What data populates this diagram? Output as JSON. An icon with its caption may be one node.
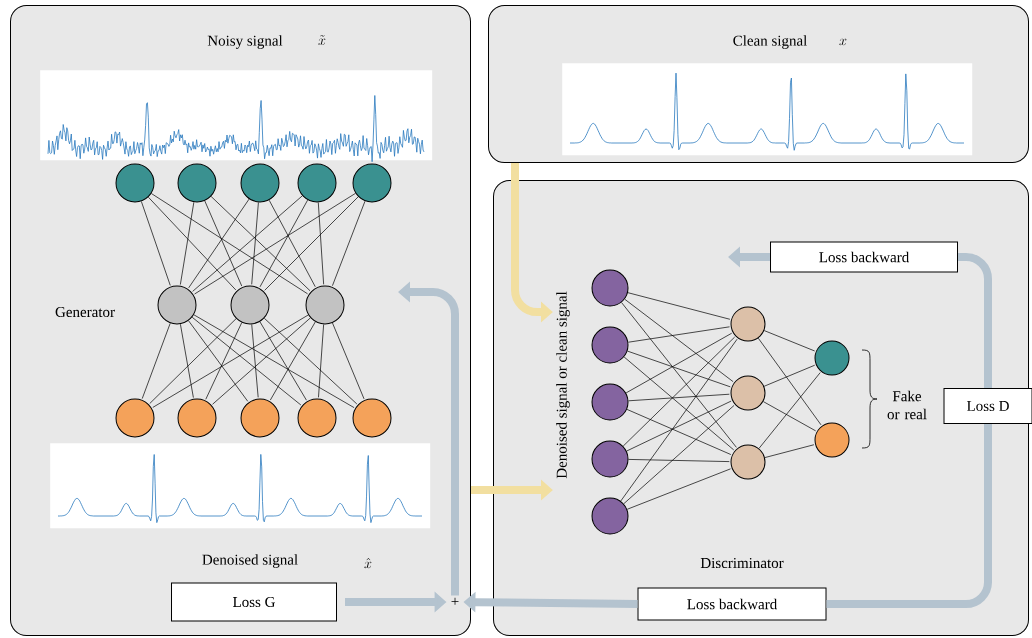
{
  "diagram": {
    "nodes": [
      {
        "text": [],
        "shape": "box"
      },
      {
        "text": [],
        "shape": "picture",
        "in": 0
      },
      {
        "text": [],
        "shape": "circle",
        "in": 0
      },
      {
        "text": [],
        "shape": "circle",
        "in": 0
      },
      {
        "text": [],
        "shape": "circle",
        "in": 0
      },
      {
        "text": [],
        "shape": "circle",
        "in": 0
      },
      {
        "text": [],
        "shape": "circle",
        "in": 0
      },
      {
        "text": [],
        "shape": "circle",
        "in": 0
      },
      {
        "text": [],
        "shape": "circle",
        "in": 0
      },
      {
        "text": [],
        "shape": "circle",
        "in": 0
      },
      {
        "text": [],
        "shape": "circle",
        "in": 0
      },
      {
        "text": [],
        "shape": "circle",
        "in": 0
      },
      {
        "text": [],
        "shape": "circle",
        "in": 0
      },
      {
        "text": [],
        "shape": "circle",
        "in": 0
      },
      {
        "text": [],
        "shape": "circle",
        "in": 0
      },
      {
        "text": [],
        "shape": "picture",
        "in": 0
      },
      {
        "text": [
          "Loss G"
        ],
        "in": 0
      },
      {
        "text": [
          "+"
        ],
        "in": 0
      },
      {
        "text": [],
        "shape": "box"
      },
      {
        "text": [],
        "shape": "picture",
        "in": 18
      },
      {
        "text": [],
        "shape": "box"
      },
      {
        "text": [
          "Denoised signal or clean signal"
        ],
        "in": 20
      },
      {
        "text": [],
        "shape": "circle",
        "in": 20
      },
      {
        "text": [],
        "shape": "circle",
        "in": 20
      },
      {
        "text": [],
        "shape": "circle",
        "in": 20
      },
      {
        "text": [],
        "shape": "circle",
        "in": 20
      },
      {
        "text": [],
        "shape": "circle",
        "in": 20
      },
      {
        "text": [],
        "shape": "circle",
        "in": 20
      },
      {
        "text": [],
        "shape": "circle",
        "in": 20
      },
      {
        "text": [],
        "shape": "circle",
        "in": 20
      },
      {
        "text": [],
        "shape": "circle",
        "in": 20
      },
      {
        "text": [],
        "shape": "circle",
        "in": 20
      },
      {
        "text": [
          "Loss backward"
        ],
        "in": 20
      },
      {
        "text": [
          "Loss D"
        ],
        "in": 20
      },
      {
        "text": [
          "Loss backward"
        ],
        "in": 20
      }
    ],
    "edges": [
      {
        "from": 2,
        "to": 7,
        "arrow": "none"
      },
      {
        "from": 2,
        "to": 8,
        "arrow": "none"
      },
      {
        "from": 2,
        "to": 9,
        "arrow": "none"
      },
      {
        "from": 3,
        "to": 7,
        "arrow": "none"
      },
      {
        "from": 3,
        "to": 8,
        "arrow": "none"
      },
      {
        "from": 3,
        "to": 9,
        "arrow": "none"
      },
      {
        "from": 4,
        "to": 7,
        "arrow": "none"
      },
      {
        "from": 4,
        "to": 8,
        "arrow": "none"
      },
      {
        "from": 4,
        "to": 9,
        "arrow": "none"
      },
      {
        "from": 5,
        "to": 7,
        "arrow": "none"
      },
      {
        "from": 5,
        "to": 8,
        "arrow": "none"
      },
      {
        "from": 5,
        "to": 9,
        "arrow": "none"
      },
      {
        "from": 6,
        "to": 7,
        "arrow": "none"
      },
      {
        "from": 6,
        "to": 8,
        "arrow": "none"
      },
      {
        "from": 6,
        "to": 9,
        "arrow": "none"
      },
      {
        "from": 7,
        "to": 10,
        "arrow": "none"
      },
      {
        "from": 7,
        "to": 11,
        "arrow": "none"
      },
      {
        "from": 7,
        "to": 12,
        "arrow": "none"
      },
      {
        "from": 7,
        "to": 13,
        "arrow": "none"
      },
      {
        "from": 7,
        "to": 14,
        "arrow": "none"
      },
      {
        "from": 8,
        "to": 10,
        "arrow": "none"
      },
      {
        "from": 8,
        "to": 11,
        "arrow": "none"
      },
      {
        "from": 8,
        "to": 12,
        "arrow": "none"
      },
      {
        "from": 8,
        "to": 13,
        "arrow": "none"
      },
      {
        "from": 8,
        "to": 14,
        "arrow": "none"
      },
      {
        "from": 9,
        "to": 10,
        "arrow": "none"
      },
      {
        "from": 9,
        "to": 11,
        "arrow": "none"
      },
      {
        "from": 9,
        "to": 12,
        "arrow": "none"
      },
      {
        "from": 9,
        "to": 13,
        "arrow": "none"
      },
      {
        "from": 9,
        "to": 14,
        "arrow": "none"
      },
      {
        "from": 22,
        "to": 27,
        "arrow": "none"
      },
      {
        "from": 22,
        "to": 28,
        "arrow": "none"
      },
      {
        "from": 22,
        "to": 29,
        "arrow": "none"
      },
      {
        "from": 23,
        "to": 27,
        "arrow": "none"
      },
      {
        "from": 23,
        "to": 28,
        "arrow": "none"
      },
      {
        "from": 23,
        "to": 29,
        "arrow": "none"
      },
      {
        "from": 24,
        "to": 27,
        "arrow": "none"
      },
      {
        "from": 24,
        "to": 28,
        "arrow": "none"
      },
      {
        "from": 24,
        "to": 29,
        "arrow": "none"
      },
      {
        "from": 25,
        "to": 27,
        "arrow": "none"
      },
      {
        "from": 25,
        "to": 28,
        "arrow": "none"
      },
      {
        "from": 25,
        "to": 29,
        "arrow": "none"
      },
      {
        "from": 26,
        "to": 27,
        "arrow": "none"
      },
      {
        "from": 26,
        "to": 28,
        "arrow": "none"
      },
      {
        "from": 26,
        "to": 29,
        "arrow": "none"
      },
      {
        "from": 27,
        "to": 30,
        "arrow": "none"
      },
      {
        "from": 27,
        "to": 31,
        "arrow": "none"
      },
      {
        "from": 28,
        "to": 30,
        "arrow": "none"
      },
      {
        "from": 28,
        "to": 31,
        "arrow": "none"
      },
      {
        "from": 29,
        "to": 30,
        "arrow": "none"
      },
      {
        "from": 29,
        "to": 31,
        "arrow": "none"
      },
      {
        "from": 18,
        "to": 21,
        "arrow": "to",
        "style": "thick",
        "color": "#f2dfa0"
      },
      {
        "from": 0,
        "to": 21,
        "arrow": "to",
        "style": "thick",
        "color": "#f2dfa0"
      },
      {
        "from": 16,
        "to": 17,
        "arrow": "to",
        "style": "thick",
        "color": "#b4c3cf"
      },
      {
        "from": 34,
        "to": 17,
        "arrow": "to",
        "style": "thick",
        "color": "#b4c3cf"
      },
      {
        "from": 17,
        "to": null,
        "arrow": "to",
        "style": "thick",
        "color": "#b4c3cf"
      },
      {
        "from": 33,
        "to": 32,
        "arrow": "none",
        "style": "thick",
        "color": "#b4c3cf"
      },
      {
        "from": 32,
        "to": null,
        "arrow": "to",
        "style": "thick",
        "color": "#b4c3cf"
      },
      {
        "from": 33,
        "to": 34,
        "arrow": "none",
        "style": "thick",
        "color": "#b4c3cf"
      }
    ],
    "labels": [
      "Noisy signal",
      "\\tilde{x}",
      "Clean signal",
      "x",
      "Generator",
      "Fake or real",
      "Denoised signal",
      "\\hat{x}",
      "Discriminator"
    ]
  }
}
